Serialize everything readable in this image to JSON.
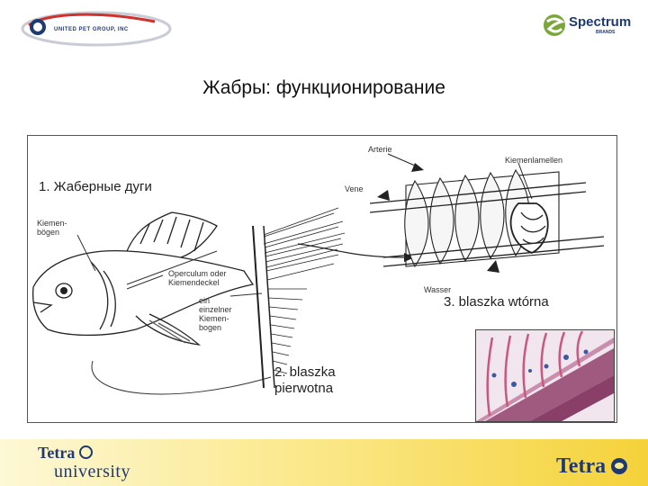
{
  "header": {
    "left_logo_text": "UNITED PET GROUP, INC",
    "right_logo_text": "Spectrum",
    "right_logo_sub": "BRANDS"
  },
  "slide": {
    "title": "Жабры: функционирование"
  },
  "figure": {
    "labels": {
      "gill_arches": "1. Жаберные дуги",
      "primary_lamella_1": "2. blaszka",
      "primary_lamella_2": "pierwotna",
      "secondary_lamella": "3. blaszka wtórna",
      "kiemenbogen_1": "Kiemen-",
      "kiemenbogen_2": "bögen",
      "operculum_1": "Operculum oder",
      "operculum_2": "Kiemendeckel",
      "einzelner_1": "ein",
      "einzelner_2": "einzelner",
      "einzelner_3": "Kiemen-",
      "einzelner_4": "bogen",
      "arterie": "Arterie",
      "vene": "Vene",
      "kiemenlamellen": "Kiemenlamellen",
      "wasser": "Wasser"
    }
  },
  "footer": {
    "tetra_left": "Tetra",
    "university": "university",
    "tetra_right": "Tetra"
  },
  "colors": {
    "brand_blue": "#1f3a73",
    "footer_yellow": "#f5d23a",
    "spectrum_green": "#7aa63a"
  }
}
